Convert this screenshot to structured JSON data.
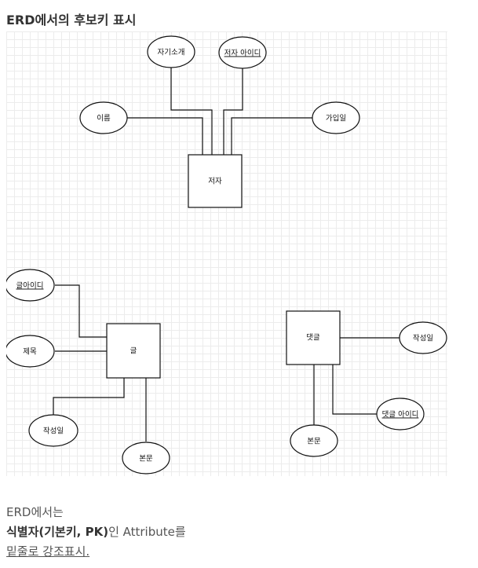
{
  "title": "ERD에서의 후보키 표시",
  "diagram": {
    "entities": {
      "author": "저자",
      "post": "글",
      "comment": "댓글"
    },
    "attributes": {
      "author_intro": "자기소개",
      "author_id": "저자 아이디",
      "author_name": "이름",
      "author_joined": "가입일",
      "post_id": "글아이디",
      "post_title": "제목",
      "post_created": "작성일",
      "post_body": "본문",
      "comment_created": "작성일",
      "comment_id": "댓글 아이디",
      "comment_body": "본문"
    }
  },
  "caption": {
    "line1": "ERD에서는",
    "line2_bold": "식별자(기본키, PK)",
    "line2_rest": "인 Attribute를",
    "line3": "밑줄로 강조표시."
  }
}
